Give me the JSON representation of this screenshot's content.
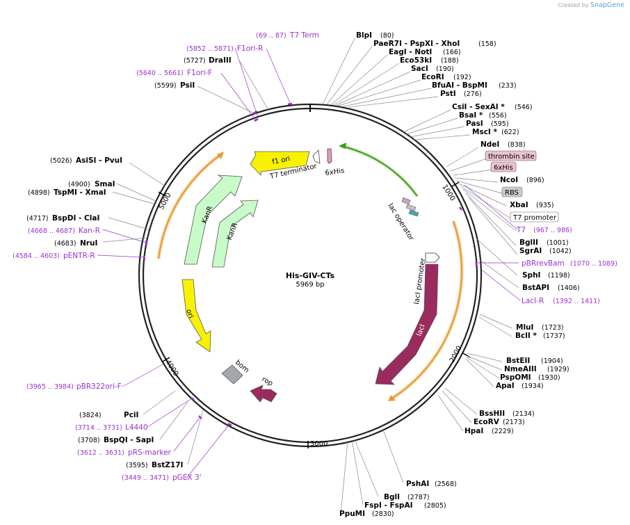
{
  "credit": {
    "prefix": "Created by",
    "brand": "SnapGene"
  },
  "plasmid": {
    "name": "His-GIV-CTs",
    "length": "5969 bp"
  },
  "ticks": [
    "1000",
    "2000",
    "3000",
    "4000",
    "5000"
  ],
  "features": {
    "f1_ori": "f1 ori",
    "t7_terminator": "T7 terminator",
    "his6_inner": "6xHis",
    "lac_operator": "lac operator",
    "kanr_outer": "KanR",
    "kanr_inner": "KanR",
    "laci_promoter": "lacI promoter",
    "laci": "lacI",
    "ori": "ori",
    "bom": "bom",
    "rop": "rop"
  },
  "boxed_labels": {
    "thrombin": "thrombin site",
    "his6": "6xHis",
    "rbs": "RBS",
    "t7_promoter": "T7 promoter"
  },
  "sites_right": [
    {
      "name": "BlpI",
      "pos": "(80)"
    },
    {
      "name": "PaeR7I - PspXI - XhoI",
      "pos": "(158)"
    },
    {
      "name": "EagI - NotI",
      "pos": "(166)"
    },
    {
      "name": "Eco53kI",
      "pos": "(188)"
    },
    {
      "name": "SacI",
      "pos": "(190)"
    },
    {
      "name": "EcoRI",
      "pos": "(192)"
    },
    {
      "name": "BfuAI - BspMI",
      "pos": "(233)"
    },
    {
      "name": "PstI",
      "pos": "(276)"
    },
    {
      "name": "CsiI - SexAI *",
      "pos": "(546)"
    },
    {
      "name": "BsaI *",
      "pos": "(556)"
    },
    {
      "name": "PasI",
      "pos": "(595)"
    },
    {
      "name": "MscI *",
      "pos": "(622)"
    },
    {
      "name": "NdeI",
      "pos": "(838)"
    },
    {
      "name": "NcoI",
      "pos": "(896)"
    },
    {
      "name": "XbaI",
      "pos": "(935)"
    },
    {
      "name": "BglII",
      "pos": "(1001)"
    },
    {
      "name": "SgrAI",
      "pos": "(1042)"
    },
    {
      "name": "SphI",
      "pos": "(1198)"
    },
    {
      "name": "BstAPI",
      "pos": "(1406)"
    },
    {
      "name": "MluI",
      "pos": "(1723)"
    },
    {
      "name": "BclI *",
      "pos": "(1737)"
    },
    {
      "name": "BstEII",
      "pos": "(1904)"
    },
    {
      "name": "NmeAIII",
      "pos": "(1929)"
    },
    {
      "name": "PspOMI",
      "pos": "(1930)"
    },
    {
      "name": "ApaI",
      "pos": "(1934)"
    },
    {
      "name": "BssHII",
      "pos": "(2134)"
    },
    {
      "name": "EcoRV",
      "pos": "(2173)"
    },
    {
      "name": "HpaI",
      "pos": "(2229)"
    },
    {
      "name": "PshAI",
      "pos": "(2568)"
    },
    {
      "name": "BglI",
      "pos": "(2787)"
    },
    {
      "name": "FspI - FspAI",
      "pos": "(2805)"
    },
    {
      "name": "PpuMI",
      "pos": "(2830)"
    }
  ],
  "primers_right": [
    {
      "name": "T7",
      "pos": "(967 .. 986)"
    },
    {
      "name": "pBRrevBam",
      "pos": "(1070 .. 1089)"
    },
    {
      "name": "LacI-R",
      "pos": "(1392 .. 1411)"
    }
  ],
  "sites_left": [
    {
      "name": "DraIII",
      "pos": "(5727)"
    },
    {
      "name": "PsiI",
      "pos": "(5599)"
    },
    {
      "name": "AsiSI - PvuI",
      "pos": "(5026)"
    },
    {
      "name": "SmaI",
      "pos": "(4900)"
    },
    {
      "name": "TspMI - XmaI",
      "pos": "(4898)"
    },
    {
      "name": "BspDI - ClaI",
      "pos": "(4717)"
    },
    {
      "name": "NruI",
      "pos": "(4683)"
    },
    {
      "name": "PciI",
      "pos": "(3824)"
    },
    {
      "name": "BspQI - SapI",
      "pos": "(3708)"
    },
    {
      "name": "BstZ17I",
      "pos": "(3595)"
    }
  ],
  "primers_left": [
    {
      "name": "T7 Term",
      "pos": "(69 .. 87)"
    },
    {
      "name": "F1ori-R",
      "pos": "(5852 .. 5871)"
    },
    {
      "name": "F1ori-F",
      "pos": "(5640 .. 5661)"
    },
    {
      "name": "Kan-R",
      "pos": "(4668 .. 4687)"
    },
    {
      "name": "pENTR-R",
      "pos": "(4584 .. 4603)"
    },
    {
      "name": "pBR322ori-F",
      "pos": "(3965 .. 3984)"
    },
    {
      "name": "L4440",
      "pos": "(3714 .. 3731)"
    },
    {
      "name": "pRS-marker",
      "pos": "(3612 .. 3631)"
    },
    {
      "name": "pGEX 3'",
      "pos": "(3449 .. 3471)"
    }
  ],
  "colors": {
    "backbone": "#222222",
    "f1_ori": "#f8f200",
    "kanr": "#c8fbc8",
    "laci": "#9b2b5e",
    "ori": "#f8f200",
    "bom": "#a3a8ad",
    "orange_arc": "#e69a2c",
    "green_arc": "#3d9b1e",
    "primer": "#9a2fd0",
    "box_pink": "#e9c3cf",
    "box_gray": "#c8ccd0"
  }
}
